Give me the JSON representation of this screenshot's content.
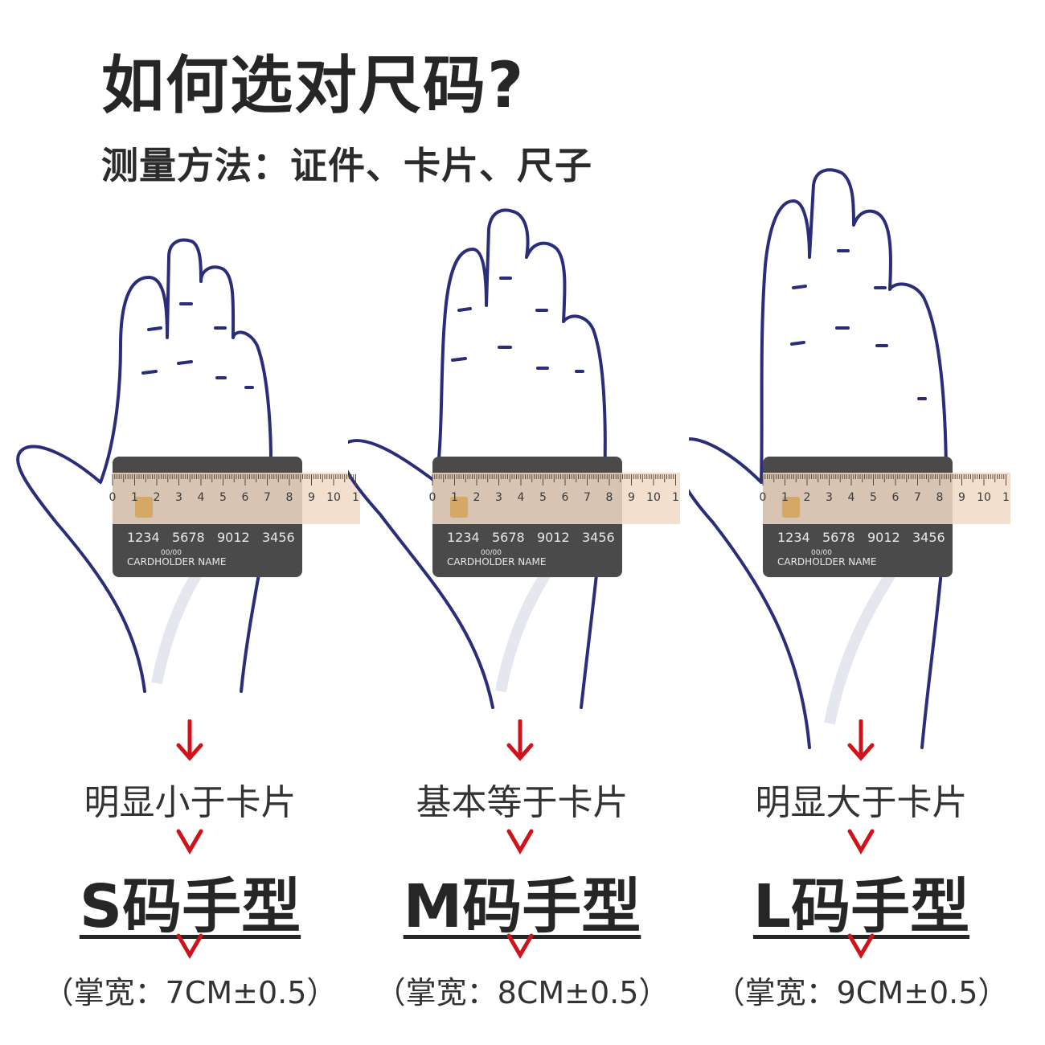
{
  "title": "如何选对尺码?",
  "subtitle": "测量方法：证件、卡片、尺子",
  "card": {
    "number": [
      "1234",
      "5678",
      "9012",
      "3456"
    ],
    "expiry": "00/00",
    "holder": "CARDHOLDER NAME"
  },
  "ruler_ticks": [
    "0",
    "1",
    "2",
    "3",
    "4",
    "5",
    "6",
    "7",
    "8",
    "9",
    "10",
    "1"
  ],
  "colors": {
    "outline": "#2a2e7a",
    "arrow": "#d0121b",
    "card": "#4a4a4a",
    "ruler": "#f0d9c4"
  },
  "sizes": [
    {
      "comparison": "明显小于卡片",
      "label": "S码手型",
      "palm_width": "（掌宽：7CM±0.5）"
    },
    {
      "comparison": "基本等于卡片",
      "label": "M码手型",
      "palm_width": "（掌宽：8CM±0.5）"
    },
    {
      "comparison": "明显大于卡片",
      "label": "L码手型",
      "palm_width": "（掌宽：9CM±0.5）"
    }
  ]
}
